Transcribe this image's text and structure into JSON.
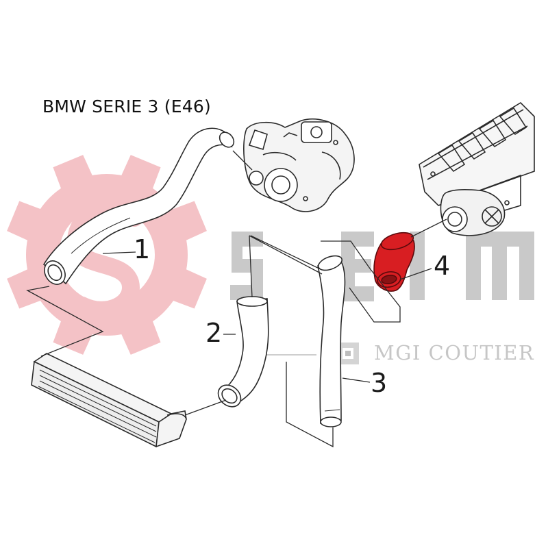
{
  "diagram": {
    "title": "BMW SERIE 3 (E46)",
    "callouts": [
      "1",
      "2",
      "3",
      "4"
    ],
    "watermark": {
      "logo_text": "SEIM",
      "sub_text": "MGI COUTIER",
      "gear_color": "#f4c2c6",
      "logo_color": "#c8c8c8"
    },
    "highlight_color": "#d81e22",
    "icons": [
      "gear-watermark-icon",
      "turbocharger-icon",
      "intake-manifold-icon",
      "intercooler-icon"
    ]
  }
}
